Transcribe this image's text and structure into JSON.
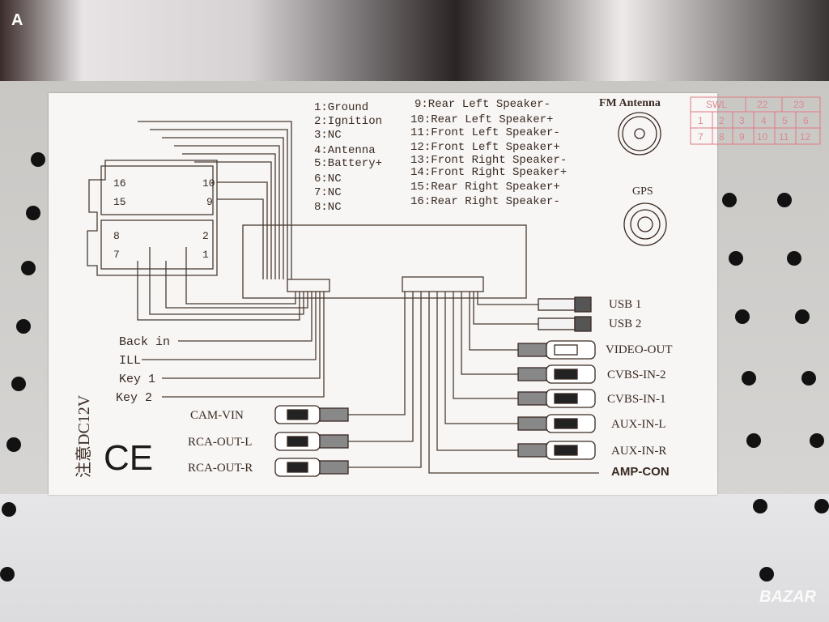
{
  "corner_label": "A",
  "watermark": "BAZAR",
  "pinout_left": [
    "1:Ground",
    "2:Ignition",
    "3:NC",
    "4:Antenna",
    "5:Battery+",
    "6:NC",
    "7:NC",
    "8:NC"
  ],
  "pinout_right": [
    "9:Rear Left Speaker-",
    "10:Rear Left Speaker+",
    "11:Front Left Speaker-",
    "12:Front Left Speaker+",
    "13:Front Right Speaker-",
    "14:Front Right Speaker+",
    "15:Rear Right Speaker+",
    "16:Rear Right Speaker-"
  ],
  "antennas": {
    "fm": "FM Antenna",
    "gps": "GPS"
  },
  "swl_table": {
    "header": [
      "SWL",
      "22",
      "23"
    ],
    "row1": [
      "1",
      "2",
      "3",
      "4",
      "5",
      "6"
    ],
    "row2": [
      "7",
      "8",
      "9",
      "10",
      "11",
      "12"
    ]
  },
  "connector_pins": {
    "p16": "16",
    "p15": "15",
    "p10": "10",
    "p9": "9",
    "p8": "8",
    "p7": "7",
    "p2": "2",
    "p1": "1"
  },
  "left_wires": [
    "Back in",
    "ILL",
    "Key 1",
    "Key 2"
  ],
  "warning": "注意DC12V",
  "ce_mark": "CE",
  "left_rca": [
    "CAM-VIN",
    "RCA-OUT-L",
    "RCA-OUT-R"
  ],
  "right_ports": [
    "USB 1",
    "USB 2",
    "VIDEO-OUT",
    "CVBS-IN-2",
    "CVBS-IN-1",
    "AUX-IN-L",
    "AUX-IN-R",
    "AMP-CON"
  ]
}
